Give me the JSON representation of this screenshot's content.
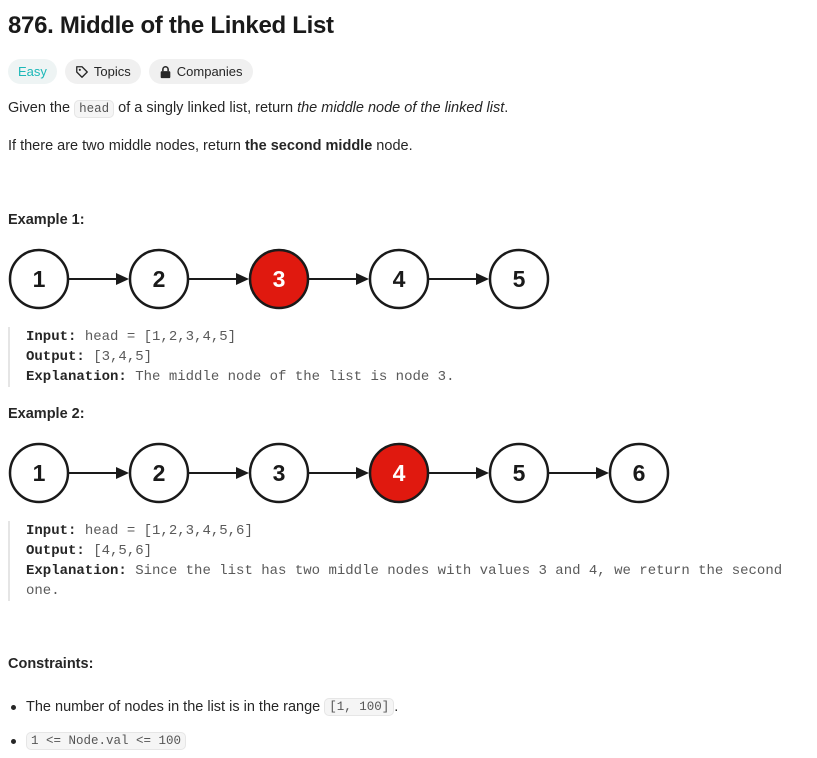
{
  "problem": {
    "title": "876. Middle of the Linked List",
    "difficulty": "Easy",
    "topics_label": "Topics",
    "companies_label": "Companies",
    "desc_before": "Given the ",
    "desc_code": "head",
    "desc_mid": " of a singly linked list, return ",
    "desc_italic": "the middle node of the linked list",
    "desc_after": ".",
    "desc2_before": "If there are two middle nodes, return ",
    "desc2_bold": "the second middle",
    "desc2_after": " node."
  },
  "examples": [
    {
      "heading": "Example 1:",
      "nodes": [
        "1",
        "2",
        "3",
        "4",
        "5"
      ],
      "highlight_index": 2,
      "input_label": "Input:",
      "input_value": " head = [1,2,3,4,5]",
      "output_label": "Output:",
      "output_value": " [3,4,5]",
      "explanation_label": "Explanation:",
      "explanation_value": " The middle node of the list is node 3."
    },
    {
      "heading": "Example 2:",
      "nodes": [
        "1",
        "2",
        "3",
        "4",
        "5",
        "6"
      ],
      "highlight_index": 3,
      "input_label": "Input:",
      "input_value": " head = [1,2,3,4,5,6]",
      "output_label": "Output:",
      "output_value": " [4,5,6]",
      "explanation_label": "Explanation:",
      "explanation_value": " Since the list has two middle nodes with values 3 and 4, we return the second one."
    }
  ],
  "constraints": {
    "heading": "Constraints:",
    "item1_before": "The number of nodes in the list is in the range ",
    "item1_code": "[1, 100]",
    "item1_after": ".",
    "item2_code": "1 <= Node.val <= 100"
  },
  "colors": {
    "highlight_fill": "#e0190f",
    "node_stroke": "#1a1a1a",
    "easy_text": "#1cb8b8"
  },
  "icons": {
    "topics": "tag-icon",
    "companies": "lock-icon"
  }
}
